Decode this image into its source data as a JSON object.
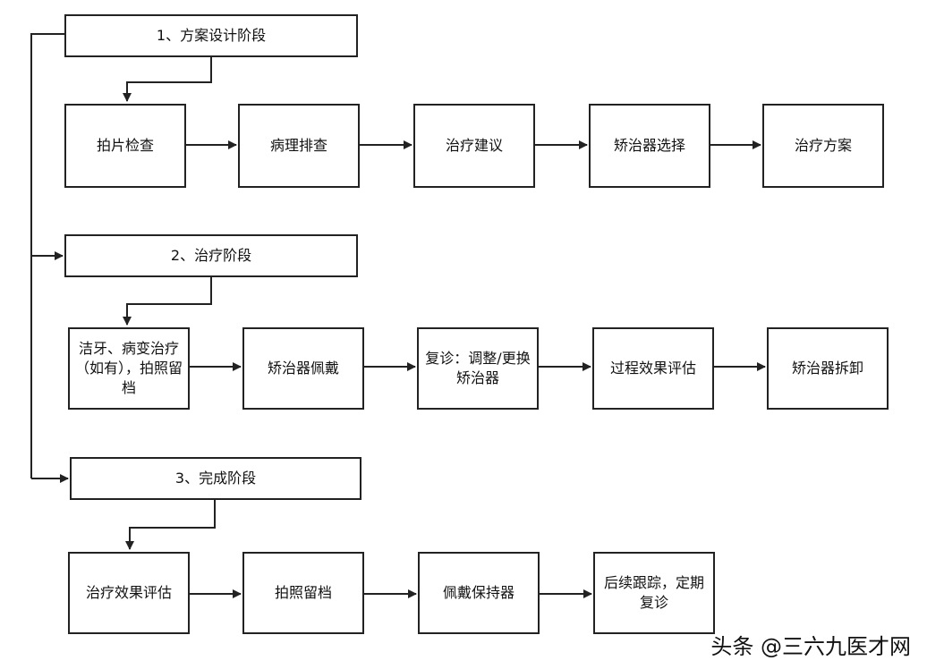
{
  "stages": [
    {
      "title": "1、方案设计阶段",
      "steps": [
        "拍片检查",
        "病理排查",
        "治疗建议",
        "矫治器选择",
        "治疗方案"
      ]
    },
    {
      "title": "2、治疗阶段",
      "steps": [
        "洁牙、病变治疗（如有），拍照留档",
        "矫治器佩戴",
        "复诊：调整/更换矫治器",
        "过程效果评估",
        "矫治器拆卸"
      ]
    },
    {
      "title": "3、完成阶段",
      "steps": [
        "治疗效果评估",
        "拍照留档",
        "佩戴保持器",
        "后续跟踪，定期复诊"
      ]
    }
  ],
  "watermark": "头条 @三六九医才网",
  "colors": {
    "line": "#222222",
    "box_border": "#222222",
    "background": "#ffffff"
  }
}
